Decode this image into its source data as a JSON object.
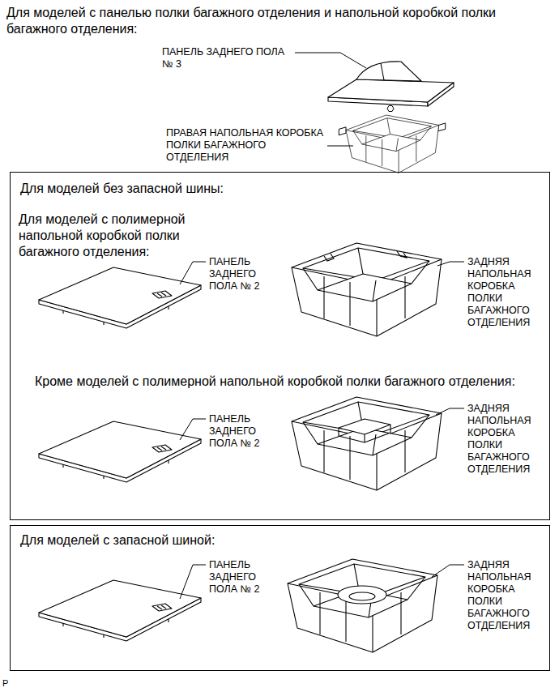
{
  "diagram": {
    "title": "Для моделей с панелью полки багажного отделения и напольной коробкой полки багажного отделения:",
    "nodes": [
      {
        "text": [
          "Для моделей без запасной шины:",
          "Для моделей с полимерной напольной коробкой полки багажного отделения:",
          "Кроме моделей с полимерной напольной коробкой полки багажного отделения:"
        ]
      },
      {
        "text": [
          "Для моделей с запасной шиной:"
        ]
      }
    ],
    "labels": [
      "ПАНЕЛЬ ЗАДНЕГО ПОЛА № 3",
      "ПРАВАЯ НАПОЛЬНАЯ КОРОБКА ПОЛКИ БАГАЖНОГО ОТДЕЛЕНИЯ",
      "ПАНЕЛЬ ЗАДНЕГО ПОЛА № 2",
      "ЗАДНЯЯ НАПОЛЬНАЯ КОРОБКА ПОЛКИ БАГАЖНОГО ОТДЕЛЕНИЯ",
      "ПАНЕЛЬ ЗАДНЕГО ПОЛА № 2",
      "ЗАДНЯЯ НАПОЛЬНАЯ КОРОБКА ПОЛКИ БАГАЖНОГО ОТДЕЛЕНИЯ",
      "ПАНЕЛЬ ЗАДНЕГО ПОЛА № 2",
      "ЗАДНЯЯ НАПОЛЬНАЯ КОРОБКА ПОЛКИ БАГАЖНОГО ОТДЕЛЕНИЯ",
      "P"
    ]
  }
}
